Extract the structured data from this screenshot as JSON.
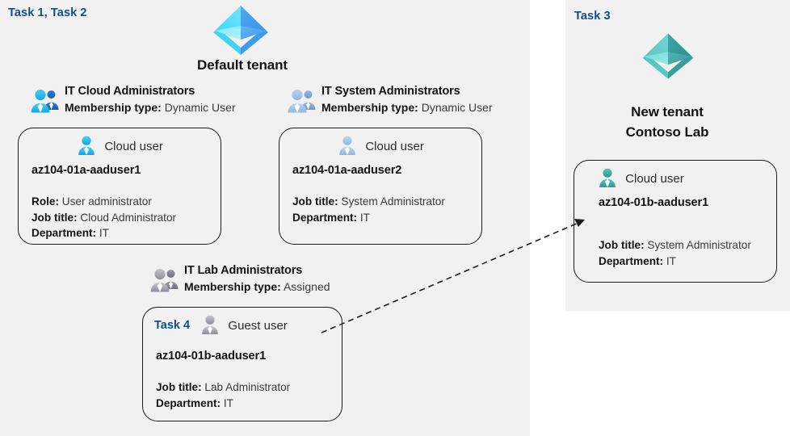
{
  "colors": {
    "panel_bg": "#f1f1f1",
    "page_bg": "#ffffff",
    "task_label": "#0e4e8a",
    "card_border": "#1b1b1b",
    "tenant_default_icon": "#3fc3f0",
    "tenant_new_icon": "#4cb8b8",
    "group_cloud_icon": "#22b6ea",
    "group_system_icon": "#9cc0e0",
    "group_lab_icon": "#9b9ba6",
    "connector": "#1b1b1b"
  },
  "panels": {
    "default_tenant": {
      "task_label": "Task 1, Task 2",
      "tenant_icon_name": "azure-ad-tenant-icon",
      "tenant_title": "Default tenant"
    },
    "new_tenant": {
      "task_label": "Task 3",
      "tenant_icon_name": "azure-ad-tenant-icon",
      "tenant_title_line1": "New  tenant",
      "tenant_title_line2": "Contoso Lab"
    }
  },
  "groups": [
    {
      "id": "it-cloud-administrators",
      "icon_name": "group-users-icon",
      "name": "IT Cloud Administrators",
      "membership_label": "Membership type:",
      "membership_value": "Dynamic User"
    },
    {
      "id": "it-system-administrators",
      "icon_name": "group-users-icon",
      "name": "IT System Administrators",
      "membership_label": "Membership type:",
      "membership_value": "Dynamic User"
    },
    {
      "id": "it-lab-administrators",
      "icon_name": "group-users-icon",
      "name": "IT Lab Administrators",
      "membership_label": "Membership type:",
      "membership_value": "Assigned"
    }
  ],
  "cards": {
    "user1": {
      "user_type_icon": "cloud-user-icon",
      "user_type": "Cloud user",
      "username": "az104-01a-aaduser1",
      "props": [
        {
          "label": "Role:",
          "value": "User administrator"
        },
        {
          "label": "Job title:",
          "value": "Cloud Administrator"
        },
        {
          "label": "Department:",
          "value": "IT"
        }
      ]
    },
    "user2": {
      "user_type_icon": "cloud-user-icon",
      "user_type": "Cloud user",
      "username": "az104-01a-aaduser2",
      "props": [
        {
          "label": "Job title:",
          "value": "System Administrator"
        },
        {
          "label": "Department:",
          "value": "IT"
        }
      ]
    },
    "guest": {
      "task_tag": "Task 4",
      "user_type_icon": "guest-user-icon",
      "user_type": "Guest user",
      "username": "az104-01b-aaduser1",
      "props": [
        {
          "label": "Job title:",
          "value": "Lab Administrator"
        },
        {
          "label": "Department:",
          "value": "IT"
        }
      ]
    },
    "user3": {
      "user_type_icon": "cloud-user-icon",
      "user_type": "Cloud user",
      "username": "az104-01b-aaduser1",
      "props": [
        {
          "label": "Job title:",
          "value": "System Administrator"
        },
        {
          "label": "Department:",
          "value": "IT"
        }
      ]
    }
  },
  "connector": {
    "name": "guest-to-cloud-user-arrow",
    "style": "dashed-arrow"
  }
}
